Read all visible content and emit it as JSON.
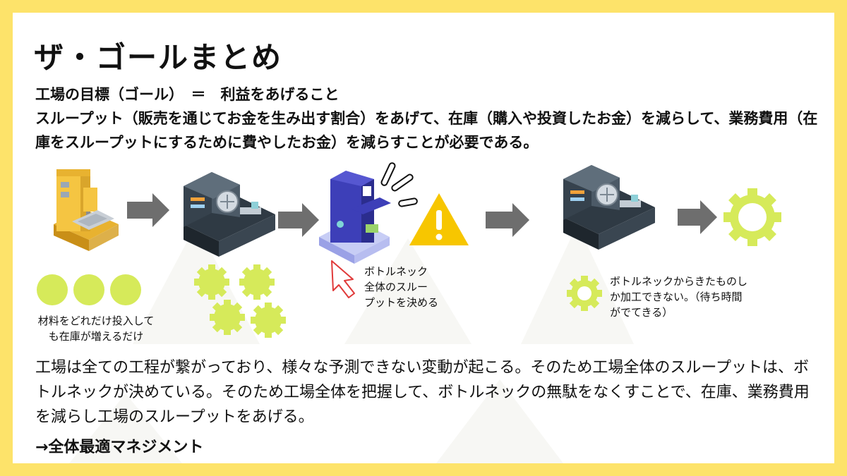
{
  "title": "ザ・ゴールまとめ",
  "goal_line": "工場の目標（ゴール）　＝　利益をあげること",
  "intro": "スループット（販売を通じてお金を生み出す割合）をあげて、在庫（購入や投資したお金）を減らして、業務費用（在庫をスループットにするために費やしたお金）を減らすことが必要である。",
  "labels": {
    "inventory": "材料をどれだけ投入して\nも在庫が増えるだけ",
    "bottleneck": "ボトルネック\n全体のスルー\nプットを決める",
    "downstream": "ボトルネックからきたものし\nか加工できない。（待ち時間\nがでてきる）"
  },
  "summary": "工場は全ての工程が繋がっており、様々な予測できない変動が起こる。そのため工場全体のスループットは、ボトルネックが決めている。そのため工場全体を把握して、ボトルネックの無駄をなくすことで、在庫、業務費用を減らし工場のスループットをあげる。",
  "conclusion": "→全体最適マネジメント",
  "colors": {
    "frame": "#fde36a",
    "lime": "#d6ea5a",
    "arrow": "#6e6e6e",
    "warning": "#f7c600",
    "bottleneck_machine": "#3d3fb8",
    "drill_machine": "#f5c542",
    "pointer": "#e03a3a"
  }
}
